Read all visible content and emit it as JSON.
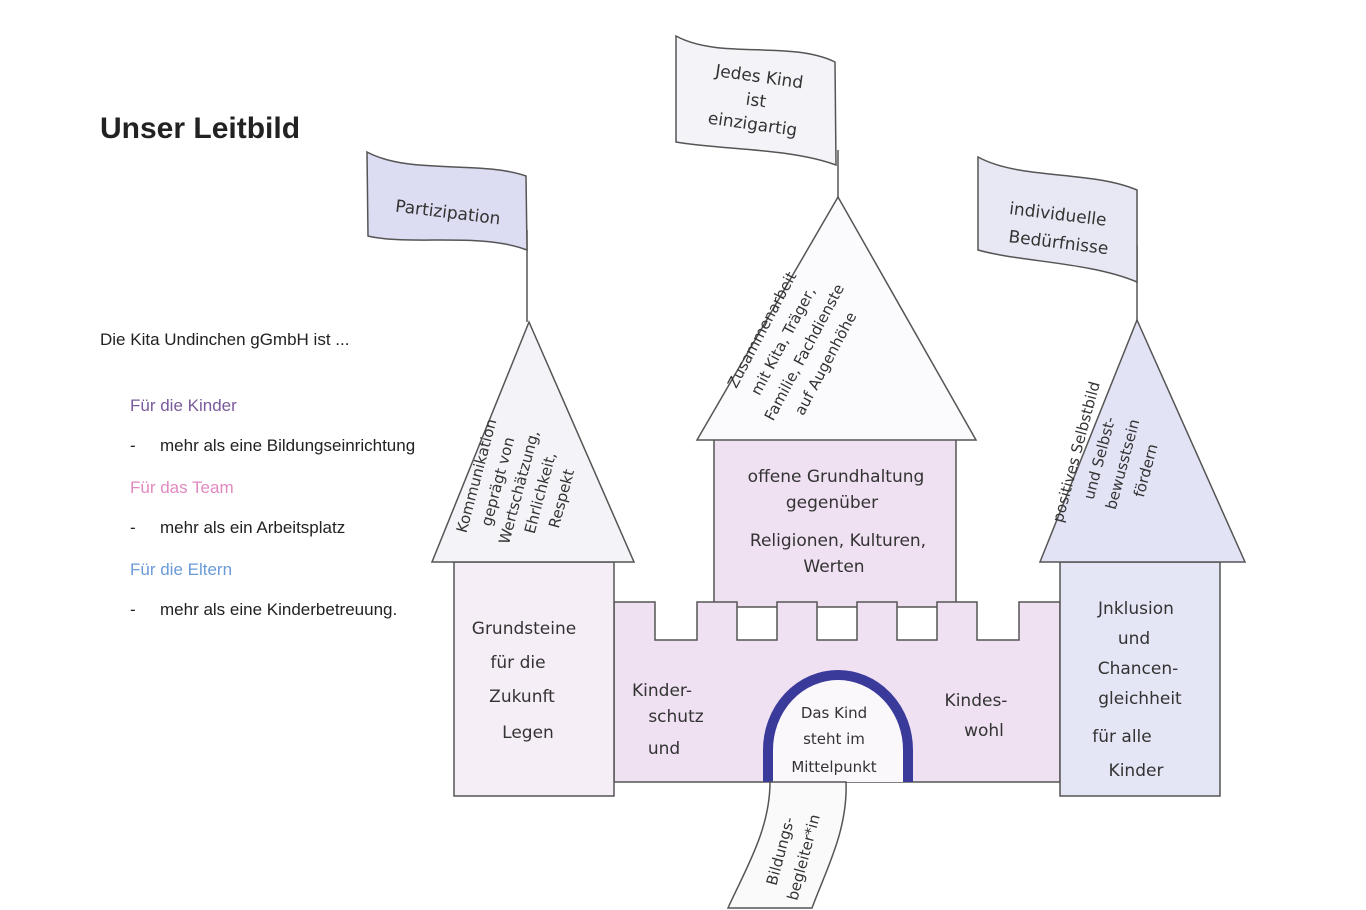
{
  "title": "Unser Leitbild",
  "intro": "Die Kita Undinchen gGmbH ist ...",
  "sections": [
    {
      "heading": "Für die Kinder",
      "item": "mehr als eine Bildungseinrichtung",
      "color": "#7a5a9a"
    },
    {
      "heading": "Für das Team",
      "item": "mehr als ein Arbeitsplatz",
      "color": "#e08ac0"
    },
    {
      "heading": "Für die Eltern",
      "item": "mehr als eine Kinderbetreuung.",
      "color": "#6a9ad8"
    }
  ],
  "dash": "-",
  "colors": {
    "purple_fill": "#efe0f2",
    "blue_fill": "#e4e6f6",
    "flag_blue": "#dcdcf2",
    "gate_arch": "#3a3a9a",
    "outline": "#555555"
  },
  "castle": {
    "flags": {
      "center": [
        "Jedes Kind",
        "ist",
        "einzigartig"
      ],
      "left": [
        "Partizipation"
      ],
      "right": [
        "individuelle",
        "Bedürfnisse"
      ]
    },
    "roofs": {
      "center": [
        "Zusammenarbeit",
        "mit Kita, Träger,",
        "Familie, Fachdienste",
        "auf Augenhöhe"
      ],
      "left": [
        "Kommunikation",
        "geprägt von",
        "Wertschätzung,",
        "Ehrlichkeit,",
        "Respekt"
      ],
      "right": [
        "positives Selbstbild",
        "und Selbst-",
        "bewusstsein",
        "fördern"
      ]
    },
    "center_tower": [
      "offene Grundhaltung",
      "gegenüber",
      "Religionen, Kulturen,",
      "Werten"
    ],
    "left_tower": [
      "Grundsteine",
      "für die",
      "Zukunft",
      "Legen"
    ],
    "right_tower": [
      "Jnklusion",
      "und",
      "Chancen-",
      "gleichheit",
      "für alle",
      "Kinder"
    ],
    "wall_left": [
      "Kinder-",
      "schutz",
      "und"
    ],
    "wall_right": [
      "Kindes-",
      "wohl"
    ],
    "gate": [
      "Das Kind",
      "steht im",
      "Mittelpunkt"
    ],
    "path": [
      "Bildungs-",
      "begleiter*in"
    ]
  }
}
